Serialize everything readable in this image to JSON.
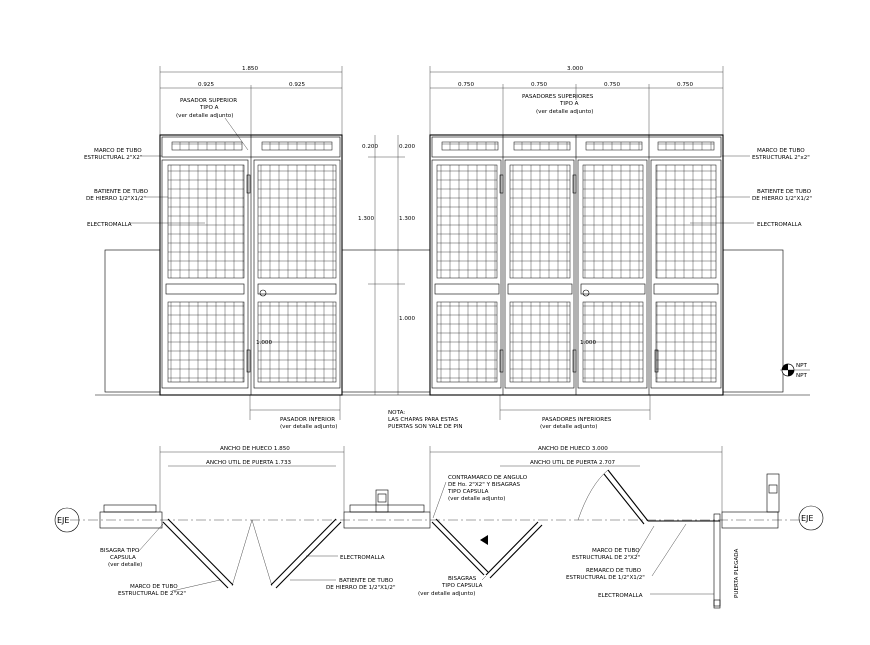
{
  "elevation": {
    "dim_total_left": "1.850",
    "dim_left_leaf_1": "0.925",
    "dim_left_leaf_2": "0.925",
    "dim_total_right": "3.000",
    "dim_right_1": "0.750",
    "dim_right_2": "0.750",
    "dim_right_3": "0.750",
    "dim_right_4": "0.750",
    "dim_top_a": "0.200",
    "dim_top_b": "0.200",
    "dim_mid_a": "1.300",
    "dim_mid_b": "1.300",
    "dim_low_a": "1.000",
    "dim_low_b": "1.000",
    "dim_low_c": "1.000",
    "pasador_superior_l1": "PASADOR SUPERIOR",
    "pasador_superior_l2": "TIPO A",
    "pasador_superior_l3": "(ver detalle adjunto)",
    "pasadores_superiores_l1": "PASADORES SUPERIORES",
    "pasadores_superiores_l2": "TIPO A",
    "pasadores_superiores_l3": "(ver detalle adjunto)",
    "marco_left_l1": "MARCO DE TUBO",
    "marco_left_l2": "ESTRUCTURAL 2\"X2\"",
    "batiente_left_l1": "BATIENTE DE TUBO",
    "batiente_left_l2": "DE HIERRO 1/2\"X1/2\"",
    "electromalla_left": "ELECTROMALLA",
    "marco_right_l1": "MARCO DE TUBO",
    "marco_right_l2": "ESTRUCTURAL 2\"x2\"",
    "batiente_right_l1": "BATIENTE DE TUBO",
    "batiente_right_l2": "DE HIERRO 1/2\"X1/2\"",
    "electromalla_right": "ELECTROMALLA",
    "pasador_inferior_l1": "PASADOR INFERIOR",
    "pasador_inferior_l2": "(ver detalle adjunto)",
    "nota_l1": "NOTA:",
    "nota_l2": "LAS CHAPAS PARA ESTAS",
    "nota_l3": "PUERTAS SON YALE DE PIN",
    "pasadores_inferiores_l1": "PASADORES INFERIORES",
    "pasadores_inferiores_l2": "(ver detalle adjunto)",
    "npt_1": "NPT",
    "npt_2": "NPT"
  },
  "plan": {
    "ancho_hueco_left": "ANCHO DE HUECO 1.850",
    "ancho_util_left": "ANCHO UTIL DE PUERTA 1.733",
    "ancho_hueco_right": "ANCHO DE HUECO 3.000",
    "ancho_util_right": "ANCHO UTIL DE PUERTA 2.707",
    "contramarco_l1": "CONTRAMARCO DE ANGULO",
    "contramarco_l2": "DE Ho. 2\"X2\" Y BISAGRAS",
    "contramarco_l3": "TIPO CAPSULA",
    "contramarco_l4": "(ver detalle adjunto)",
    "eje_left": "EJE",
    "eje_right": "EJE",
    "bisagra_l1": "BISAGRA TIPO",
    "bisagra_l2": "CAPSULA",
    "bisagra_l3": "(ver detalle)",
    "marco_l1": "MARCO DE TUBO",
    "marco_l2": "ESTRUCTURAL DE 2\"X2\"",
    "electromalla_1": "ELECTROMALLA",
    "batiente_l1": "BATIENTE DE TUBO",
    "batiente_l2": "DE HIERRO DE 1/2\"X1/2\"",
    "bisagras_l1": "BISAGRAS",
    "bisagras_l2": "TIPO CAPSULA",
    "bisagras_l3": "(ver detalle adjunto)",
    "marco_r_l1": "MARCO DE TUBO",
    "marco_r_l2": "ESTRUCTURAL DE 2\"X2\"",
    "remarco_l1": "REMARCO DE TUBO",
    "remarco_l2": "ESTRUCTURAL DE 1/2\"X1/2\"",
    "electromalla_2": "ELECTROMALLA",
    "puerta_plegada": "PUERTA PLEGADA"
  }
}
